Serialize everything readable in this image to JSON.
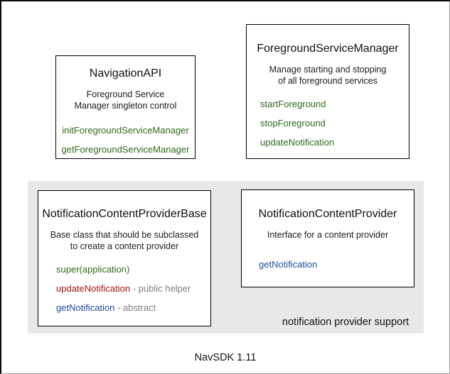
{
  "footer": "NavSDK 1.11",
  "colors": {
    "method_green": "#2e6b1c",
    "method_red": "#a31515",
    "method_blue": "#1c4d9c",
    "note_gray": "#7d7d7d",
    "region_background": "#e8e8e8",
    "box_border": "#000000"
  },
  "boxes": {
    "navigation_api": {
      "title": "NavigationAPI",
      "description": "Foreground Service\nManager singleton control",
      "methods": [
        {
          "name": "initForegroundServiceManager"
        },
        {
          "name": "getForegroundServiceManager"
        }
      ]
    },
    "foreground_service_manager": {
      "title": "ForegroundServiceManager",
      "description": "Manage starting and stopping\nof all foreground services",
      "methods": [
        {
          "name": "startForeground"
        },
        {
          "name": "stopForeground"
        },
        {
          "name": "updateNotification"
        }
      ]
    },
    "notification_content_provider_base": {
      "title": "NotificationContentProviderBase",
      "description": "Base class that should be subclassed\nto create a content provider",
      "methods": [
        {
          "name": "super(application)",
          "note": ""
        },
        {
          "name": "updateNotification",
          "note": " - public helper"
        },
        {
          "name": "getNotification",
          "note": " - abstract"
        }
      ]
    },
    "notification_content_provider": {
      "title": "NotificationContentProvider",
      "description": "Interface for a content provider",
      "methods": [
        {
          "name": "getNotification"
        }
      ]
    }
  },
  "notification_region": {
    "label": "notification provider support"
  }
}
